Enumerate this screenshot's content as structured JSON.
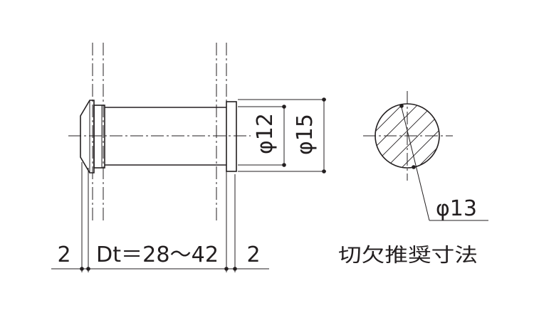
{
  "labels": {
    "left_gap": "2",
    "thickness": "Dt＝28～42",
    "right_gap": "2",
    "inner_diameter": "φ12",
    "outer_diameter": "φ15",
    "hole_diameter": "φ13",
    "hole_caption": "切欠推奨寸法"
  }
}
